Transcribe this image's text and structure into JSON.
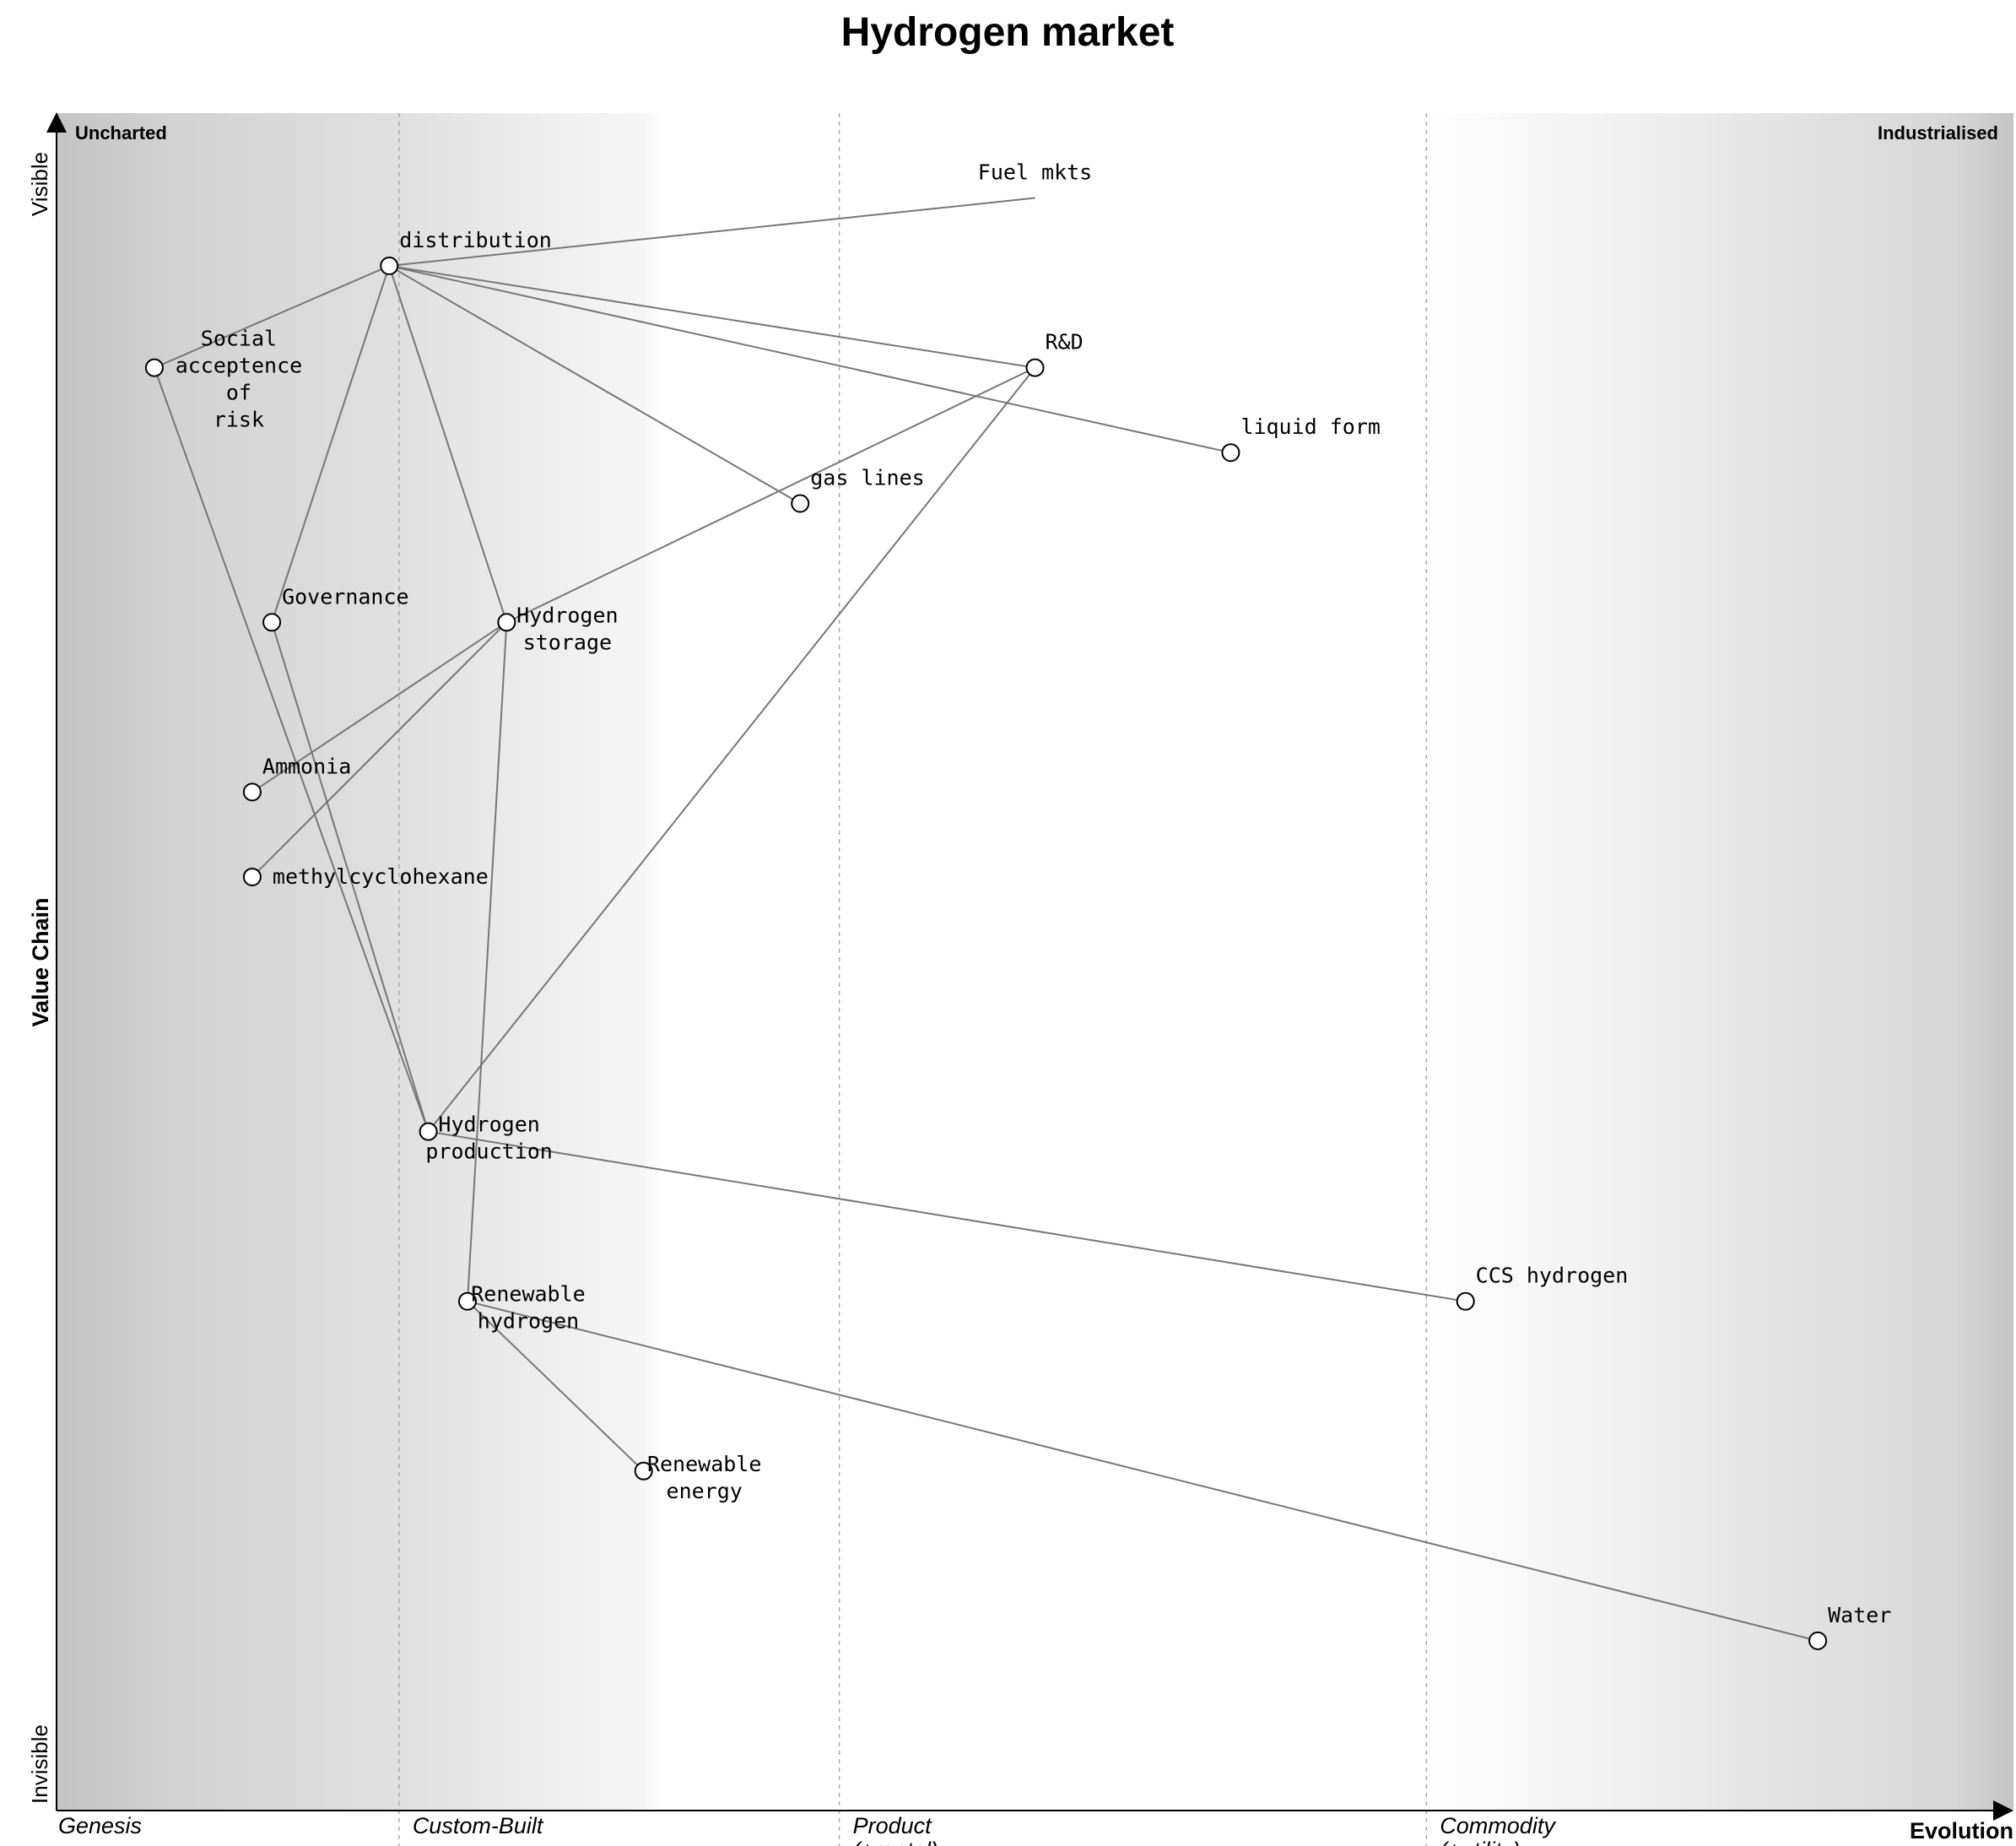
{
  "title": "Hydrogen market",
  "corners": {
    "top_left": "Uncharted",
    "top_right": "Industrialised"
  },
  "y_axis": {
    "label": "Value Chain",
    "top": "Visible",
    "bottom": "Invisible"
  },
  "x_axis": {
    "label": "Evolution",
    "stages": [
      "Genesis",
      "Custom-Built",
      "Product (+rental)",
      "Commodity (+utility)"
    ]
  },
  "chart_data": {
    "type": "wardley-map",
    "evolution_stage_boundaries": [
      0.175,
      0.4,
      0.7
    ],
    "components": [
      {
        "id": "fuel",
        "name": "Fuel mkts",
        "evolution": 0.5,
        "visibility": 0.95,
        "marker": false
      },
      {
        "id": "dist",
        "name": "distribution",
        "evolution": 0.17,
        "visibility": 0.91
      },
      {
        "id": "soc",
        "name": "Social acceptence of risk",
        "evolution": 0.05,
        "visibility": 0.85
      },
      {
        "id": "rnd",
        "name": "R&D",
        "evolution": 0.5,
        "visibility": 0.85
      },
      {
        "id": "liq",
        "name": "liquid form",
        "evolution": 0.6,
        "visibility": 0.8
      },
      {
        "id": "gas",
        "name": "gas lines",
        "evolution": 0.38,
        "visibility": 0.77
      },
      {
        "id": "gov",
        "name": "Governance",
        "evolution": 0.11,
        "visibility": 0.7
      },
      {
        "id": "stor",
        "name": "Hydrogen storage",
        "evolution": 0.23,
        "visibility": 0.7
      },
      {
        "id": "amm",
        "name": "Ammonia",
        "evolution": 0.1,
        "visibility": 0.6
      },
      {
        "id": "mch",
        "name": "methylcyclohexane",
        "evolution": 0.1,
        "visibility": 0.55
      },
      {
        "id": "prod",
        "name": "Hydrogen production",
        "evolution": 0.19,
        "visibility": 0.4
      },
      {
        "id": "ccs",
        "name": "CCS hydrogen",
        "evolution": 0.72,
        "visibility": 0.3
      },
      {
        "id": "rh",
        "name": "Renewable hydrogen",
        "evolution": 0.21,
        "visibility": 0.3
      },
      {
        "id": "re",
        "name": "Renewable energy",
        "evolution": 0.3,
        "visibility": 0.2
      },
      {
        "id": "water",
        "name": "Water",
        "evolution": 0.9,
        "visibility": 0.1
      }
    ],
    "links": [
      [
        "dist",
        "fuel"
      ],
      [
        "dist",
        "soc"
      ],
      [
        "dist",
        "rnd"
      ],
      [
        "dist",
        "liq"
      ],
      [
        "dist",
        "gas"
      ],
      [
        "dist",
        "gov"
      ],
      [
        "dist",
        "stor"
      ],
      [
        "soc",
        "prod"
      ],
      [
        "gov",
        "prod"
      ],
      [
        "rnd",
        "stor"
      ],
      [
        "rnd",
        "prod"
      ],
      [
        "stor",
        "amm"
      ],
      [
        "stor",
        "mch"
      ],
      [
        "stor",
        "rh"
      ],
      [
        "prod",
        "ccs"
      ],
      [
        "rh",
        "re"
      ],
      [
        "rh",
        "water"
      ]
    ]
  }
}
